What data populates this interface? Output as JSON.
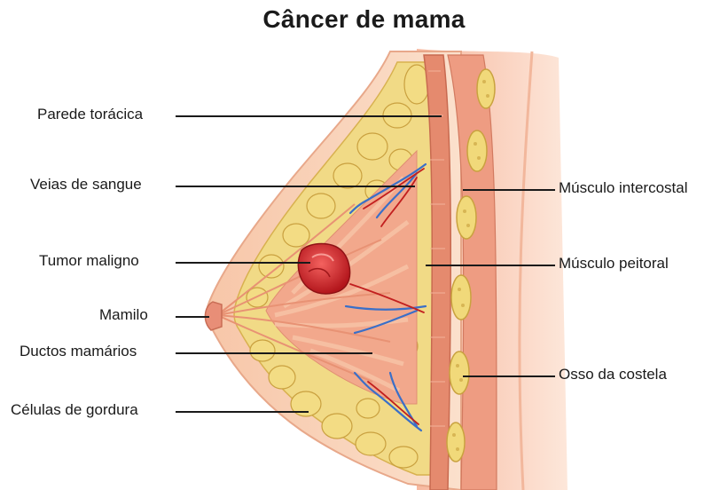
{
  "title": "Câncer de mama",
  "labels": {
    "chest_wall": "Parede torácica",
    "blood_veins": "Veias de sangue",
    "malignant_tumor": "Tumor maligno",
    "nipple": "Mamilo",
    "mammary_ducts": "Ductos mamários",
    "fat_cells": "Células de gordura",
    "intercostal_muscle": "Músculo intercostal",
    "pectoral_muscle": "Músculo peitoral",
    "rib_bone": "Osso da costela"
  },
  "colors": {
    "skin": "#f6c9a8",
    "fat_lobule": "#efd778",
    "breast_tissue": "#f3a98c",
    "muscle": "#e07a62",
    "rib": "#f0d778",
    "tumor": "#d8282c",
    "vein": "#3a6fc8",
    "artery": "#c21f1f"
  }
}
